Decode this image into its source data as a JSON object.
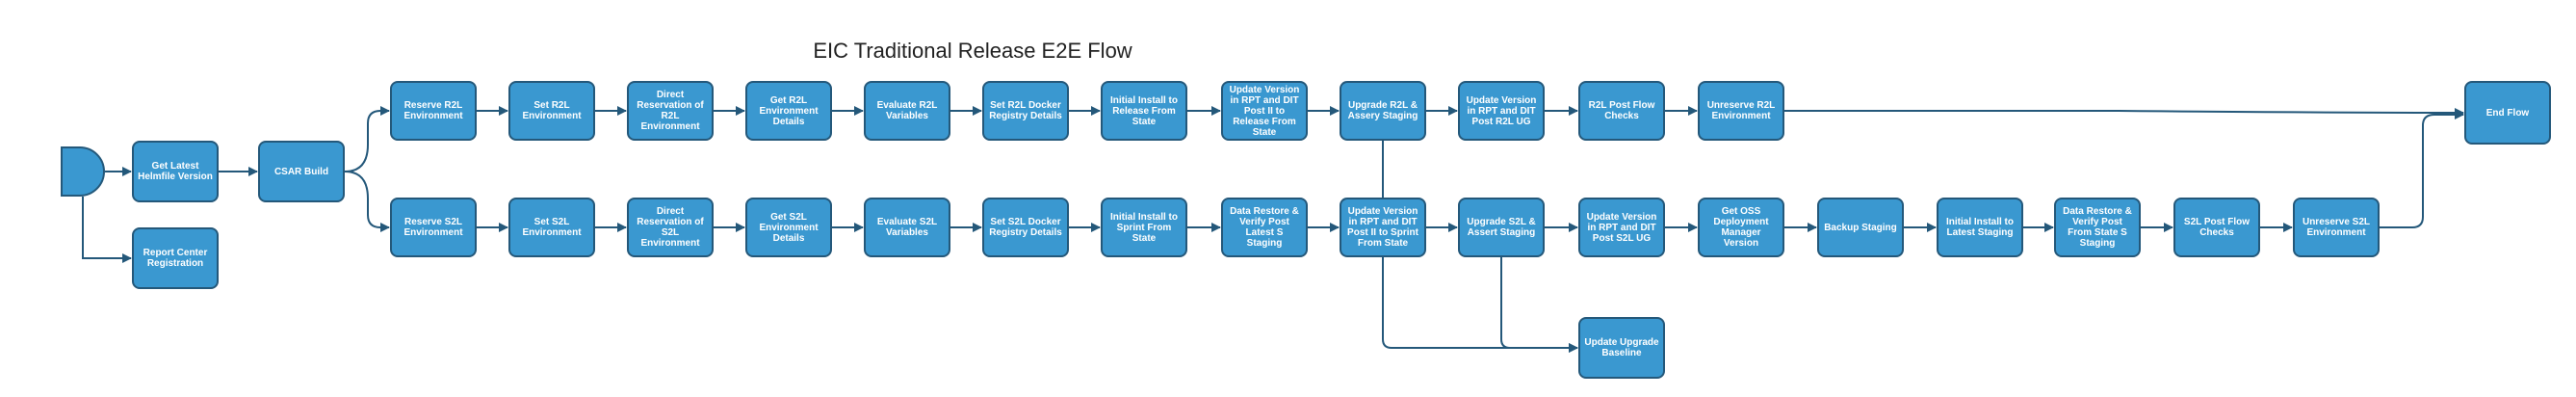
{
  "diagram": {
    "title": "EIC Traditional Release E2E Flow",
    "colors": {
      "node_fill": "#3a98d0",
      "node_border": "#24587a",
      "edge": "#24587a",
      "text": "#ffffff"
    },
    "nodes": {
      "get_helmfile": "Get Latest Helmfile Version",
      "report_center": "Report Center Registration",
      "csar_build": "CSAR Build",
      "reserve_r2l": "Reserve R2L Environment",
      "set_r2l": "Set R2L Environment",
      "direct_r2l": "Direct Reservation of R2L Environment",
      "get_r2l_details": "Get R2L Environment Details",
      "eval_r2l": "Evaluate R2L Variables",
      "set_r2l_docker": "Set R2L Docker Registry Details",
      "install_r2l": "Initial Install to Release From State",
      "update_r2l_pre": "Update Version in RPT and DIT Post II to Release From State",
      "upgrade_r2l": "Upgrade R2L & Assery Staging",
      "update_r2l_post": "Update Version in RPT and DIT Post R2L UG",
      "r2l_checks": "R2L Post Flow Checks",
      "unreserve_r2l": "Unreserve R2L Environment",
      "end_flow": "End Flow",
      "reserve_s2l": "Reserve S2L Environment",
      "set_s2l": "Set S2L Environment",
      "direct_s2l": "Direct Reservation of S2L Environment",
      "get_s2l_details": "Get S2L Environment Details",
      "eval_s2l": "Evaluate S2L Variables",
      "set_s2l_docker": "Set S2L Docker Registry Details",
      "install_s2l": "Initial Install to Sprint From State",
      "restore_s2l": "Data Restore & Verify Post Latest S Staging",
      "update_s2l_pre": "Update Version in RPT and DIT Post II to Sprint From State",
      "upgrade_s2l": "Upgrade S2L & Assert Staging",
      "update_s2l_post": "Update Version in RPT and DIT Post S2L UG",
      "get_oss": "Get OSS Deployment Manager Version",
      "backup": "Backup Staging",
      "install_latest": "Initial Install to Latest Staging",
      "restore_post": "Data Restore & Verify Post From State S Staging",
      "s2l_checks": "S2L Post Flow Checks",
      "unreserve_s2l": "Unreserve S2L Environment",
      "update_baseline": "Update Upgrade Baseline"
    }
  }
}
